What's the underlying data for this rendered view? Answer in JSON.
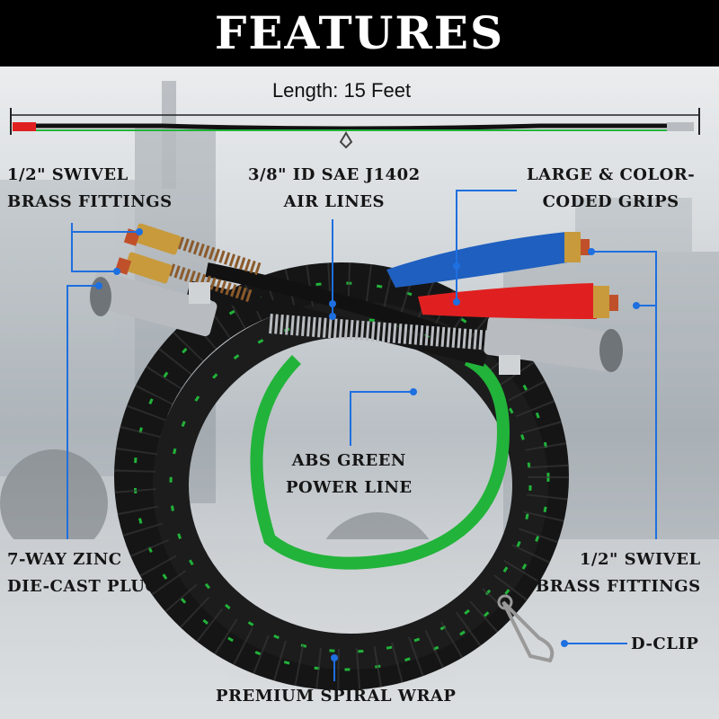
{
  "banner": {
    "title": "FEATURES"
  },
  "length_label": "Length: 15 Feet",
  "callouts": {
    "swivel_top_line1": "1/2\" SWIVEL",
    "swivel_top_line2": "BRASS FITTINGS",
    "air_lines_line1": "3/8\" ID SAE J1402",
    "air_lines_line2": "AIR LINES",
    "grips_line1": "LARGE & COLOR-",
    "grips_line2": "CODED GRIPS",
    "power_line_line1": "ABS GREEN",
    "power_line_line2": "POWER LINE",
    "plug_line1": "7-WAY ZINC",
    "plug_line2": "DIE-CAST PLUG",
    "swivel_bottom_line1": "1/2\" SWIVEL",
    "swivel_bottom_line2": "BRASS FITTINGS",
    "d_clip": "D-CLIP",
    "spiral_wrap": "PREMIUM SPIRAL WRAP"
  },
  "colors": {
    "banner": "#000000",
    "callout_line": "#1e6fe0",
    "hose": "#111111",
    "power_line": "#22b33a",
    "blue_grip": "#1f5fbf",
    "red_grip": "#e02020",
    "brass": "#c89a3c",
    "metal": "#b8bcc0"
  }
}
